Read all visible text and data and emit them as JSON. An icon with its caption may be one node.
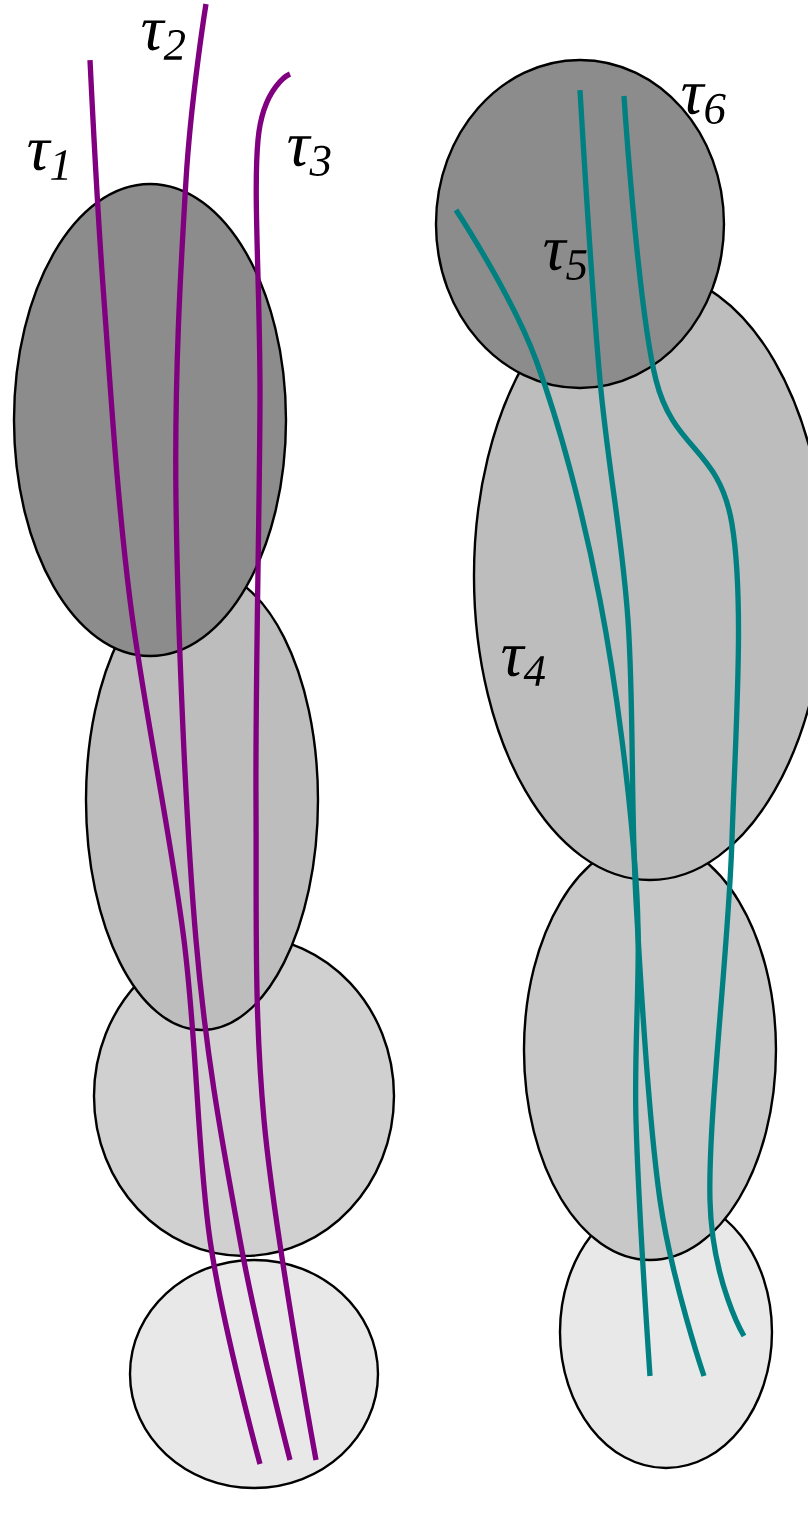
{
  "diagram": {
    "labels": [
      "τ$_{2}$",
      "τ$_{1}$",
      "τ$_{3}$",
      "τ$_{6}$",
      "τ$_{5}$",
      "τ$_{4}$"
    ]
  }
}
